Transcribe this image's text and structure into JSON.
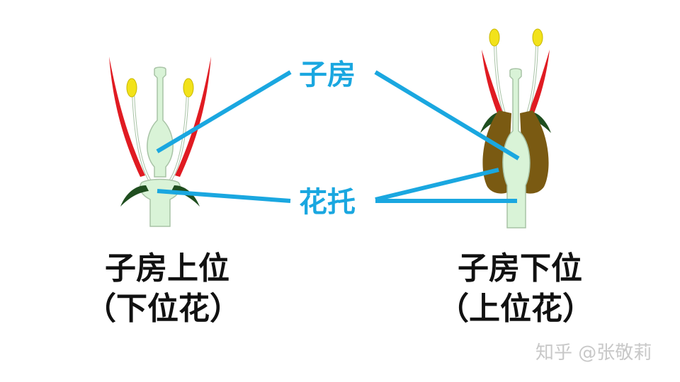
{
  "labels": {
    "ovary": "子房",
    "receptacle": "花托"
  },
  "left_flower": {
    "caption_line1": "子房上位",
    "caption_line2": "（下位花）"
  },
  "right_flower": {
    "caption_line1": "子房下位",
    "caption_line2": "（上位花）"
  },
  "watermark": "知乎 @张敬莉",
  "colors": {
    "pointer": "#1aa7e0",
    "tissue": "#d9f3d7",
    "outline": "#a8c3a6",
    "petal": "#e01b22",
    "sepal": "#1f4e1f",
    "anther": "#f2e21a",
    "receptacle_cup": "#7a5a12"
  }
}
